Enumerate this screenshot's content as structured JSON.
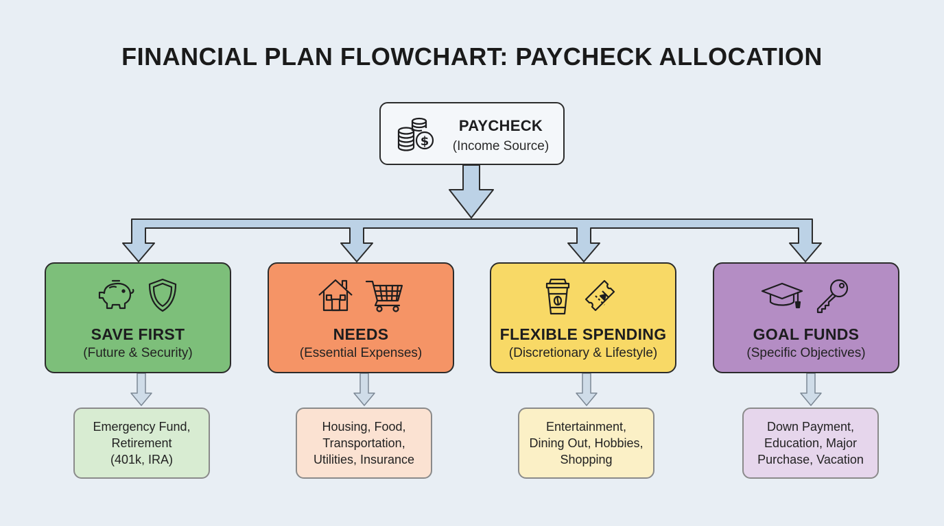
{
  "title": "FINANCIAL PLAN FLOWCHART: PAYCHECK ALLOCATION",
  "source": {
    "title": "PAYCHECK",
    "subtitle": "(Income Source)",
    "icons": [
      "coin-stack-icon",
      "dollar-coin-icon"
    ]
  },
  "categories": [
    {
      "title": "SAVE FIRST",
      "subtitle": "(Future & Security)",
      "color": "#7dbf7a",
      "detail_color": "#d8ecd2",
      "icons": [
        "piggy-bank-icon",
        "shield-icon"
      ],
      "detail_lines": [
        "Emergency Fund,",
        "Retirement",
        "(401k, IRA)"
      ]
    },
    {
      "title": "NEEDS",
      "subtitle": "(Essential Expenses)",
      "color": "#f59466",
      "detail_color": "#fbe2d2",
      "icons": [
        "house-icon",
        "shopping-cart-icon"
      ],
      "detail_lines": [
        "Housing, Food,",
        "Transportation,",
        "Utilities, Insurance"
      ]
    },
    {
      "title": "FLEXIBLE SPENDING",
      "subtitle": "(Discretionary & Lifestyle)",
      "color": "#f8d966",
      "detail_color": "#fbf0c6",
      "icons": [
        "coffee-cup-icon",
        "ticket-icon"
      ],
      "detail_lines": [
        "Entertainment,",
        "Dining Out, Hobbies,",
        "Shopping"
      ]
    },
    {
      "title": "GOAL FUNDS",
      "subtitle": "(Specific Objectives)",
      "color": "#b48dc4",
      "detail_color": "#e6d6ec",
      "icons": [
        "graduation-cap-icon",
        "key-icon"
      ],
      "detail_lines": [
        "Down Payment,",
        "Education, Major",
        "Purchase, Vacation"
      ]
    }
  ],
  "colors": {
    "background": "#e8eef4",
    "arrow_fill": "#bcd2e6",
    "arrow_stroke": "#2b2b2b"
  }
}
